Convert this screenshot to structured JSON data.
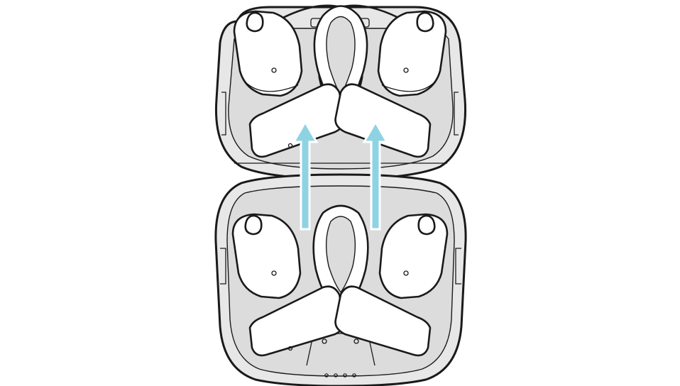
{
  "illustration": {
    "subject": "open-ear-earbuds-removal-from-charging-case",
    "colors": {
      "background": "#ffffff",
      "case_fill": "#e7e7e7",
      "case_inner": "#dcdcdc",
      "outline": "#1a1a1a",
      "earbud_fill": "#ffffff",
      "arrow": "#8fd3e3",
      "arrow_border": "#ffffff"
    },
    "arrows": [
      {
        "name": "left-lift-arrow",
        "direction": "up"
      },
      {
        "name": "right-lift-arrow",
        "direction": "up"
      }
    ],
    "case": {
      "indicator_dots": 4
    }
  }
}
